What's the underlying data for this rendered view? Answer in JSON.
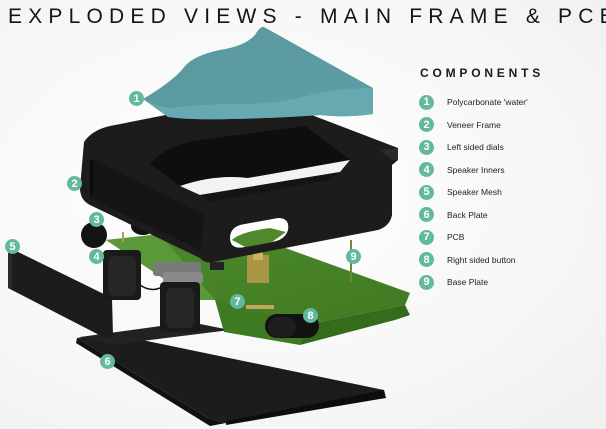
{
  "title": "EXPLODED VIEWS - MAIN FRAME & PCB",
  "legend": {
    "heading": "COMPONENTS",
    "items": [
      {
        "number": "1",
        "label": "Polycarbonate 'water'"
      },
      {
        "number": "2",
        "label": "Veneer Frame"
      },
      {
        "number": "3",
        "label": "Left sided dials"
      },
      {
        "number": "4",
        "label": "Speaker Inners"
      },
      {
        "number": "5",
        "label": "Speaker Mesh"
      },
      {
        "number": "6",
        "label": "Back Plate"
      },
      {
        "number": "7",
        "label": "PCB"
      },
      {
        "number": "8",
        "label": "Right sided button"
      },
      {
        "number": "9",
        "label": "Base Plate"
      }
    ]
  },
  "callouts": [
    "1",
    "2",
    "3",
    "4",
    "5",
    "6",
    "7",
    "8",
    "9"
  ],
  "colors": {
    "accent": "#62b9a0",
    "water": "#5e9ba3",
    "frame": "#1b1b1b",
    "pcb": "#4f8f2e"
  }
}
